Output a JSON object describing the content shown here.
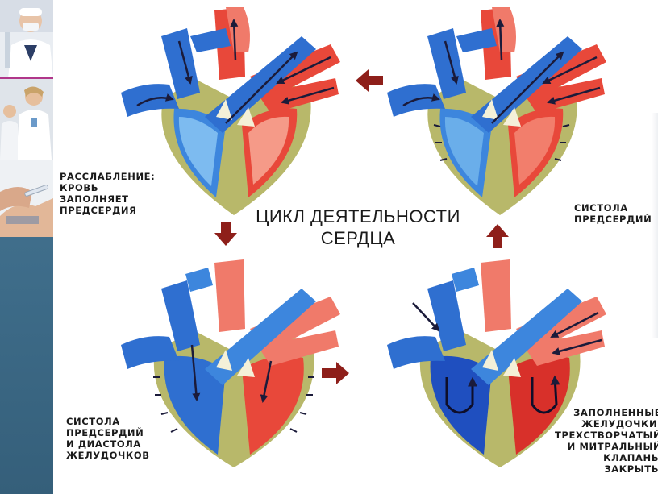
{
  "title": {
    "line1": "ЦИКЛ ДЕЯТЕЛЬНОСТИ",
    "line2": "СЕРДЦА"
  },
  "labels": {
    "relaxation": "РАССЛАБЛЕНИЕ:\nКРОВЬ\nЗАПОЛНЯЕТ\nПРЕДСЕРДИЯ",
    "atrial_systole": "СИСТОЛА\nПРЕДСЕРДИЙ",
    "atrial_systole_ventricular_diastole": "СИСТОЛА\nПРЕДСЕРДИЙ\nИ ДИАСТОЛА\nЖЕЛУДОЧКОВ",
    "ventricles_filled": "ЗАПОЛНЕННЫЕ\nЖЕЛУДОЧКИ.\nТРЕХСТВОРЧАТЫЙ\nИ МИТРАЛЬНЫЙ\nКЛАПАНЫ\nЗАКРЫТЫ"
  },
  "colors": {
    "deoxygenated_blood": "#2f6fd0",
    "oxygenated_blood": "#e8483a",
    "heart_wall": "#b8b86a",
    "cycle_arrow": "#8e1f1a",
    "sidebar": "#4c7b98",
    "accent_stripe": "#b0378a"
  },
  "icons": {
    "cycle_arrow_down": "arrow-down-icon",
    "cycle_arrow_right": "arrow-right-icon",
    "cycle_arrow_up": "arrow-up-icon",
    "cycle_arrow_left": "arrow-left-icon"
  }
}
